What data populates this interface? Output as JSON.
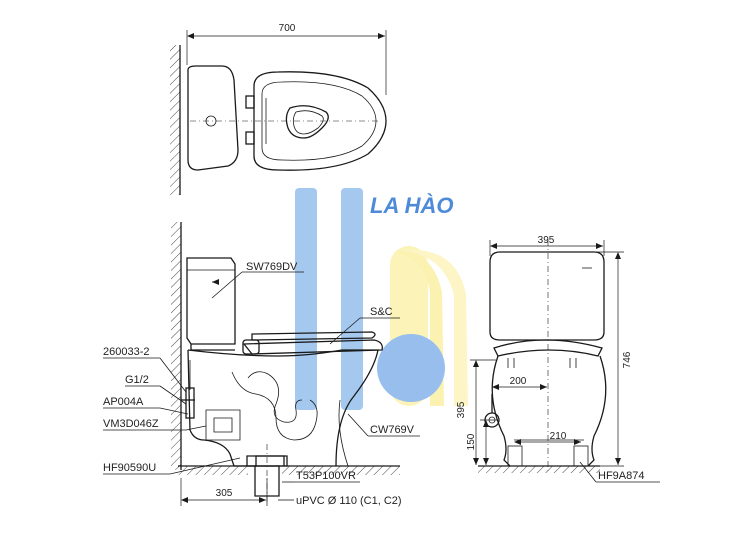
{
  "brand": {
    "name": "LA HÀO",
    "color": "#3a7fd6"
  },
  "top_view": {
    "width_dim": "700"
  },
  "side_view": {
    "labels": {
      "seat": "SW769DV",
      "sc": "S&C",
      "part_260033": "260033-2",
      "g12": "G1/2",
      "ap004a": "AP004A",
      "vm3d": "VM3D046Z",
      "hf90590u": "HF90590U",
      "bowl": "CW769V",
      "t53": "T53P100VR",
      "upvc": "uPVC Ø 110 (C1, C2)"
    },
    "dims": {
      "rough_in": "305"
    }
  },
  "front_view": {
    "labels": {
      "hf9a874": "HF9A874"
    },
    "dims": {
      "width": "395",
      "height": "746",
      "inlet_offset": "200",
      "inlet_height": "395",
      "supply_height": "150",
      "foot_spacing": "210"
    }
  },
  "colors": {
    "logo_blue": "#9cc3ee",
    "logo_blue_dark": "#4f8fdc",
    "logo_yellow": "#fbf0a8"
  }
}
